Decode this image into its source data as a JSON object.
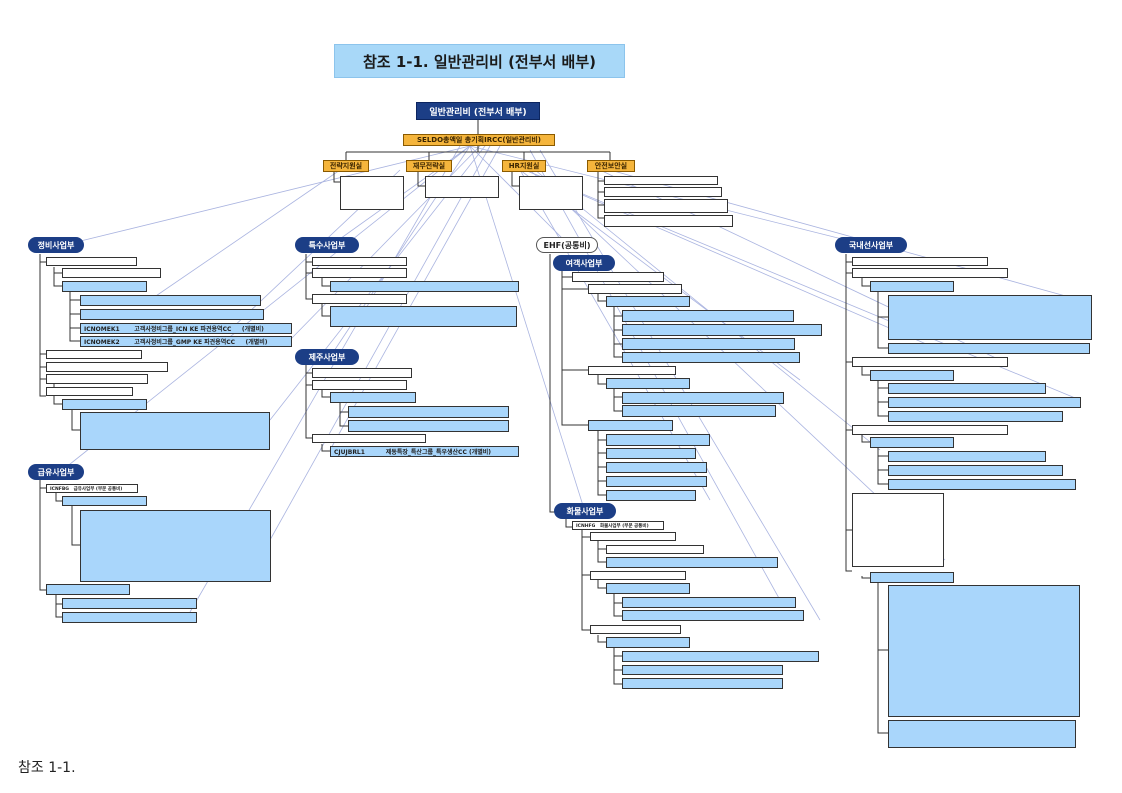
{
  "title": "참조 1-1. 일반관리비 (전부서 배부)",
  "root": "일반관리비 (전부서 배부)",
  "seldo": "SELDO총액일 총기획IRCC(일반관리비)",
  "departments": [
    "전략지원실",
    "재무전략실",
    "HR지원실",
    "안전보안실"
  ],
  "divisions": {
    "jeongbi": "정비사업부",
    "teuksu": "특수사업부",
    "ehf": "EHF(공통비)",
    "yeogaek": "여객사업부",
    "gugnae": "국내선사업부",
    "jeju": "제주사업부",
    "geumyu": "급유사업부",
    "hwamul": "화물사업부"
  },
  "labels": {
    "icnomek1": "ICNOMEK1       고객사정비그룹_ICN KE 파견용역CC     (개별비)",
    "icnomek2": "ICNOMEK2       고객사정비그룹_GMP KE 파견용역CC     (개별비)",
    "cjujbrl1": "CJUJBRL1          제동특장_특산그룹_특우생산CC (개별비)",
    "icnfbg": "ICNFBG   급유사업부 (부문 공통비)",
    "icnhfg": "ICNHFG   화물사업부 (부문 공통비)"
  },
  "caption": "참조 1-1.",
  "colors": {
    "navy": "#1c3e86",
    "gold": "#f5b53c",
    "lightblue": "#a9d6fb",
    "banner": "#a8d8f8"
  }
}
